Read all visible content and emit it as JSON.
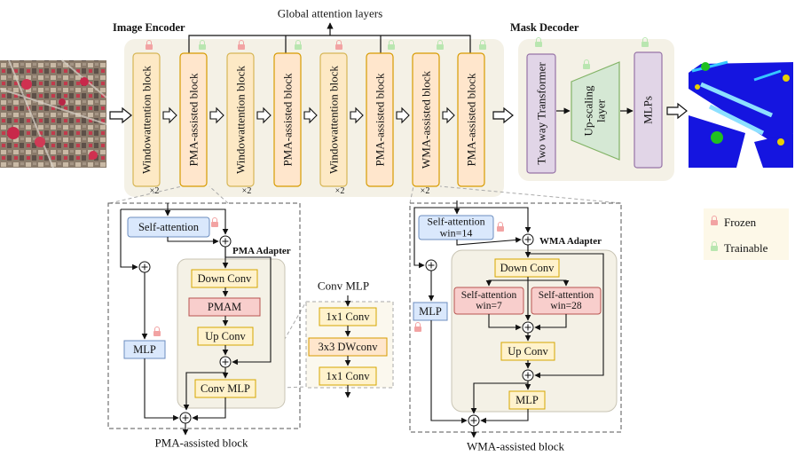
{
  "top": {
    "image_encoder_title": "Image Encoder",
    "mask_decoder_title": "Mask Decoder",
    "global_attention_label": "Global attention layers",
    "multiplier": "×2",
    "encoder_blocks": [
      "Windowattention block",
      "PMA-assisted block",
      "Windowattention block",
      "PMA-assisted block",
      "Windowattention block",
      "PMA-assisted block",
      "WMA-assisted block",
      "PMA-assisted block"
    ],
    "decoder_blocks": {
      "two_way": "Two way Transformer",
      "upscale": "Up-scaling layer",
      "mlps": "MLPs"
    }
  },
  "pma_detail": {
    "self_attention": "Self-attention",
    "adapter_title": "PMA Adapter",
    "down_conv": "Down Conv",
    "pmam": "PMAM",
    "up_conv": "Up Conv",
    "conv_mlp": "Conv MLP",
    "mlp": "MLP",
    "caption": "PMA-assisted block"
  },
  "conv_mlp_detail": {
    "title": "Conv MLP",
    "conv1": "1x1 Conv",
    "dwconv": "3x3 DWconv",
    "conv2": "1x1 Conv"
  },
  "wma_detail": {
    "self_attention": "Self-attention",
    "win14": "win=14",
    "adapter_title": "WMA Adapter",
    "down_conv": "Down Conv",
    "sa7": "Self-attention",
    "win7": "win=7",
    "sa28": "Self-attention",
    "win28": "win=28",
    "up_conv": "Up Conv",
    "adapter_mlp": "MLP",
    "mlp": "MLP",
    "caption": "WMA-assisted block"
  },
  "legend": {
    "frozen": "Frozen",
    "trainable": "Trainable"
  },
  "colors": {
    "frozen_fill": "#fde9c5",
    "frozen_stroke": "#d6b656",
    "trainable_fill": "#ffe6cc",
    "trainable_stroke": "#d79b00",
    "attention_fill": "#dae8fc",
    "attention_stroke": "#6c8ebf",
    "pmam_fill": "#f8cecc",
    "pmam_stroke": "#b85450",
    "decoder_fill": "#e1d5e7",
    "decoder_stroke": "#9673a6",
    "upscale_fill": "#d5e8d4",
    "upscale_stroke": "#82b366",
    "panel_bg": "#f4f1e6"
  }
}
